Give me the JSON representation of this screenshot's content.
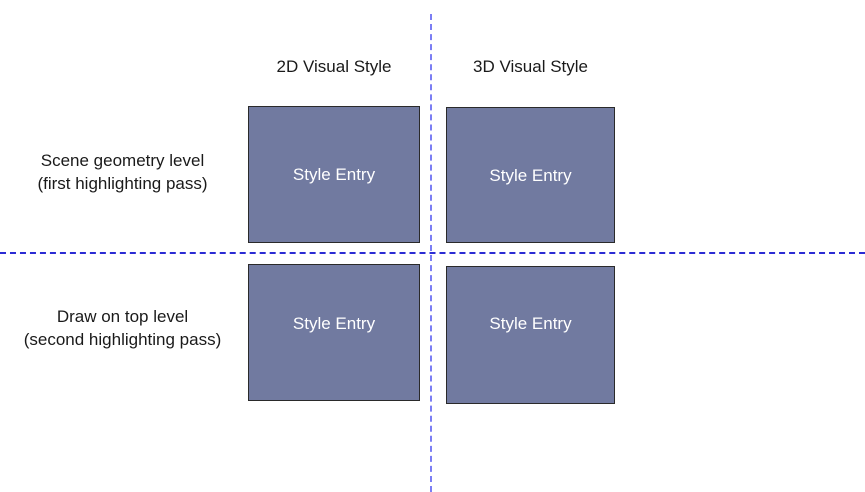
{
  "diagram": {
    "type": "2x2-matrix",
    "background_color": "#ffffff",
    "columns": [
      {
        "id": "col-2d",
        "label": "2D Visual Style"
      },
      {
        "id": "col-3d",
        "label": "3D Visual Style"
      }
    ],
    "rows": [
      {
        "id": "row-scene-geometry",
        "line1": "Scene geometry level",
        "line2": "(first highlighting pass)"
      },
      {
        "id": "row-draw-on-top",
        "line1": "Draw on top level",
        "line2": "(second highlighting pass)"
      }
    ],
    "cells": [
      {
        "id": "cell-2d-scene-geometry",
        "label": "Style Entry",
        "fill": "#717aa0",
        "border": "#2a2a2a",
        "text_color": "#ffffff"
      },
      {
        "id": "cell-3d-scene-geometry",
        "label": "Style Entry",
        "fill": "#717aa0",
        "border": "#2a2a2a",
        "text_color": "#ffffff"
      },
      {
        "id": "cell-2d-draw-on-top",
        "label": "Style Entry",
        "fill": "#717aa0",
        "border": "#2a2a2a",
        "text_color": "#ffffff"
      },
      {
        "id": "cell-3d-draw-on-top",
        "label": "Style Entry",
        "fill": "#717aa0",
        "border": "#2a2a2a",
        "text_color": "#ffffff"
      }
    ],
    "dividers": {
      "vertical_color": "#7b7ef4",
      "horizontal_color": "#2b2bd4",
      "style": "dashed"
    }
  }
}
